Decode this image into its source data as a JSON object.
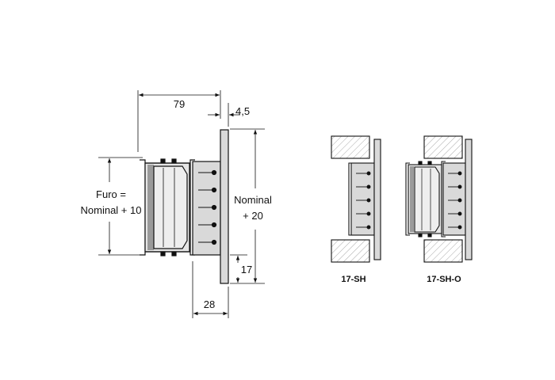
{
  "dimensions": {
    "depth": "79",
    "flange": "4,5",
    "hole_line1": "Furo =",
    "hole_line2": "Nominal + 10",
    "height_line1": "Nominal",
    "height_line2": "+ 20",
    "offset": "17",
    "body_depth": "28"
  },
  "variants": [
    {
      "caption": "17-SH"
    },
    {
      "caption": "17-SH-O"
    }
  ],
  "colors": {
    "line": "#111111",
    "body_fill": "#d9d9d9",
    "blade_fill": "#eeeeee",
    "hatch": "#aaaaaa"
  }
}
